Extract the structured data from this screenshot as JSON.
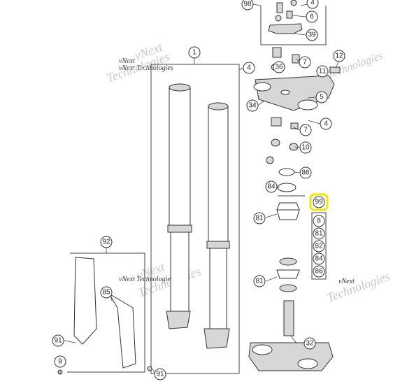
{
  "colors": {
    "highlight": "#f2e600",
    "line": "#333333",
    "part_fill": "#d7d7d7",
    "watermark": "#c9c9c9"
  },
  "watermark": {
    "line1": "vNext Technologies",
    "line2": "vNext",
    "line3": "Technologies"
  },
  "callouts": {
    "c98": "98",
    "c4a": "4",
    "c6": "6",
    "c39": "39",
    "c1": "1",
    "c4b": "4",
    "c36": "36",
    "c7a": "7",
    "c12": "12",
    "c11": "11",
    "c5": "5",
    "c34": "34",
    "c4c": "4",
    "c7b": "7",
    "c10": "10",
    "c86a": "86",
    "c84a": "84",
    "c81a": "81",
    "c81b": "81",
    "c92": "92",
    "c85": "85",
    "c91a": "91",
    "c9": "9",
    "c91b": "91",
    "c32": "32"
  },
  "kit": {
    "title": "99",
    "items": [
      "8",
      "81",
      "82",
      "84",
      "86"
    ]
  }
}
